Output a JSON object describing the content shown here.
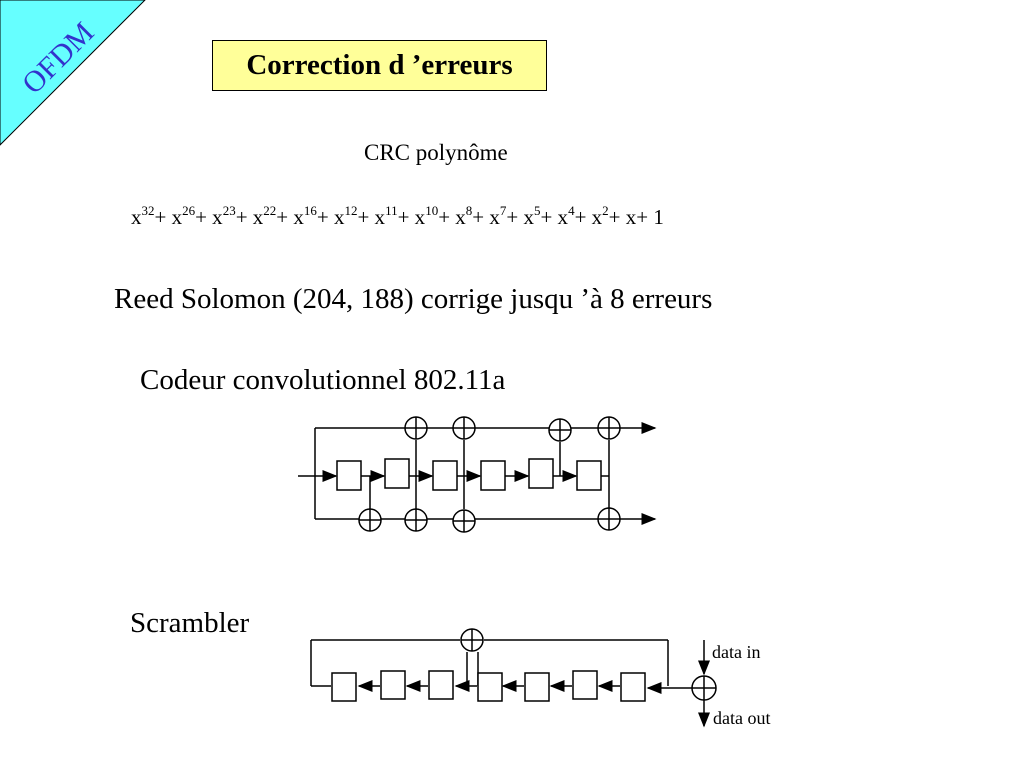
{
  "corner_tag": "OFDM",
  "title": "Correction d ’erreurs",
  "crc": {
    "label": "CRC polynôme",
    "terms": [
      {
        "base": "x",
        "exp": "32"
      },
      {
        "base": "+ x",
        "exp": "26"
      },
      {
        "base": "+ x",
        "exp": "23"
      },
      {
        "base": "+ x",
        "exp": "22"
      },
      {
        "base": "+ x",
        "exp": "16"
      },
      {
        "base": "+ x",
        "exp": "12"
      },
      {
        "base": "+ x",
        "exp": "11"
      },
      {
        "base": "+ x",
        "exp": "10"
      },
      {
        "base": "+ x",
        "exp": "8"
      },
      {
        "base": "+ x",
        "exp": "7"
      },
      {
        "base": "+ x",
        "exp": "5"
      },
      {
        "base": "+ x",
        "exp": "4"
      },
      {
        "base": "+ x",
        "exp": "2"
      },
      {
        "base": "+ x+ 1",
        "exp": ""
      }
    ]
  },
  "reed_solomon": "Reed Solomon (204, 188) corrige jusqu ’à 8 erreurs",
  "convolutional": "Codeur convolutionnel 802.11a",
  "scrambler": {
    "label": "Scrambler",
    "data_in": "data in",
    "data_out": "data out"
  },
  "colors": {
    "corner_fill": "#66ffff",
    "corner_text": "#3333cc",
    "title_fill": "#ffff99"
  }
}
